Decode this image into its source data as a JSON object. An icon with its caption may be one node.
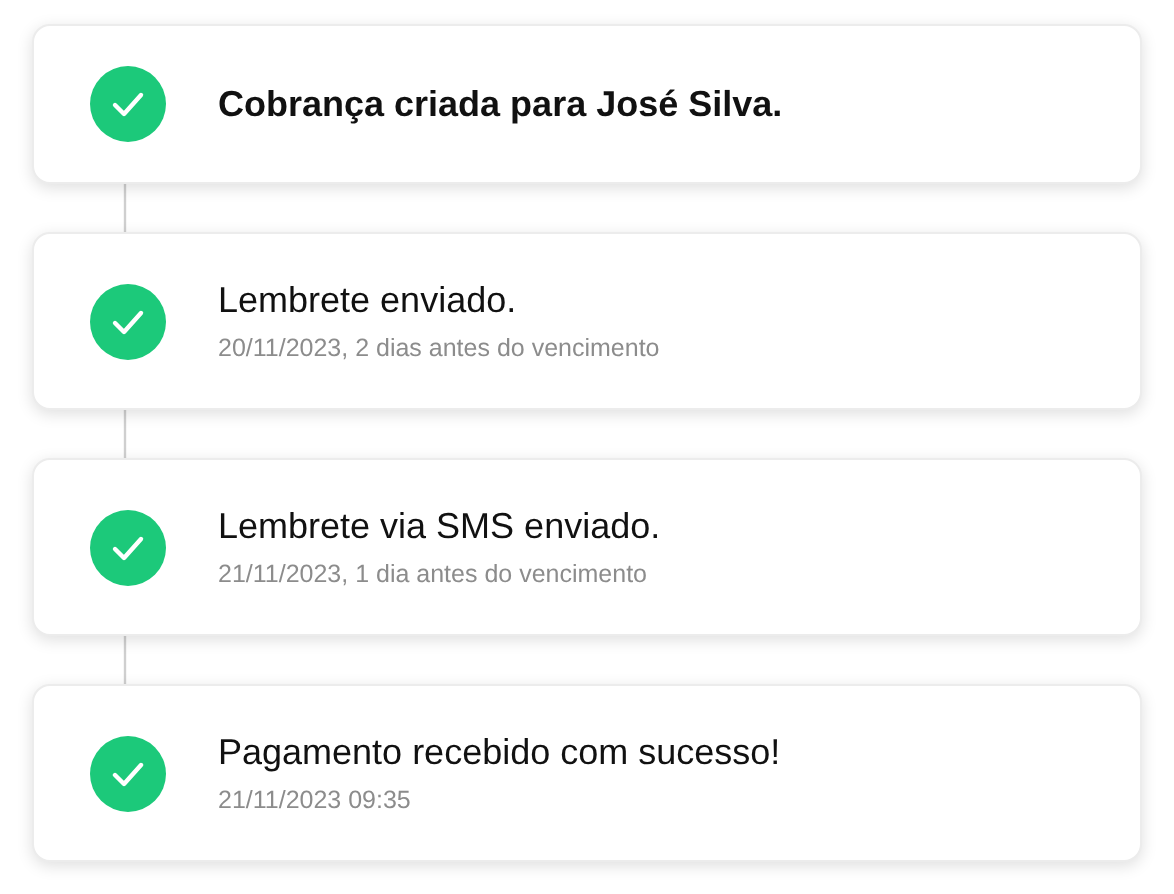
{
  "diagram": {
    "nodes": [
      {
        "text": [
          "Cobrança criada para José Silva."
        ]
      },
      {
        "text": [
          "Lembrete enviado.",
          "20/11/2023, 2 dias antes do vencimento"
        ]
      },
      {
        "text": [
          "Lembrete via SMS enviado.",
          "21/11/2023, 1 dia antes do vencimento"
        ]
      },
      {
        "text": [
          "Pagamento recebido com sucesso!",
          "21/11/2023 09:35"
        ]
      }
    ],
    "edges": [
      {
        "from": 0,
        "to": 1,
        "arrow": "none"
      },
      {
        "from": 1,
        "to": 2,
        "arrow": "none"
      },
      {
        "from": 2,
        "to": 3,
        "arrow": "none"
      }
    ]
  }
}
